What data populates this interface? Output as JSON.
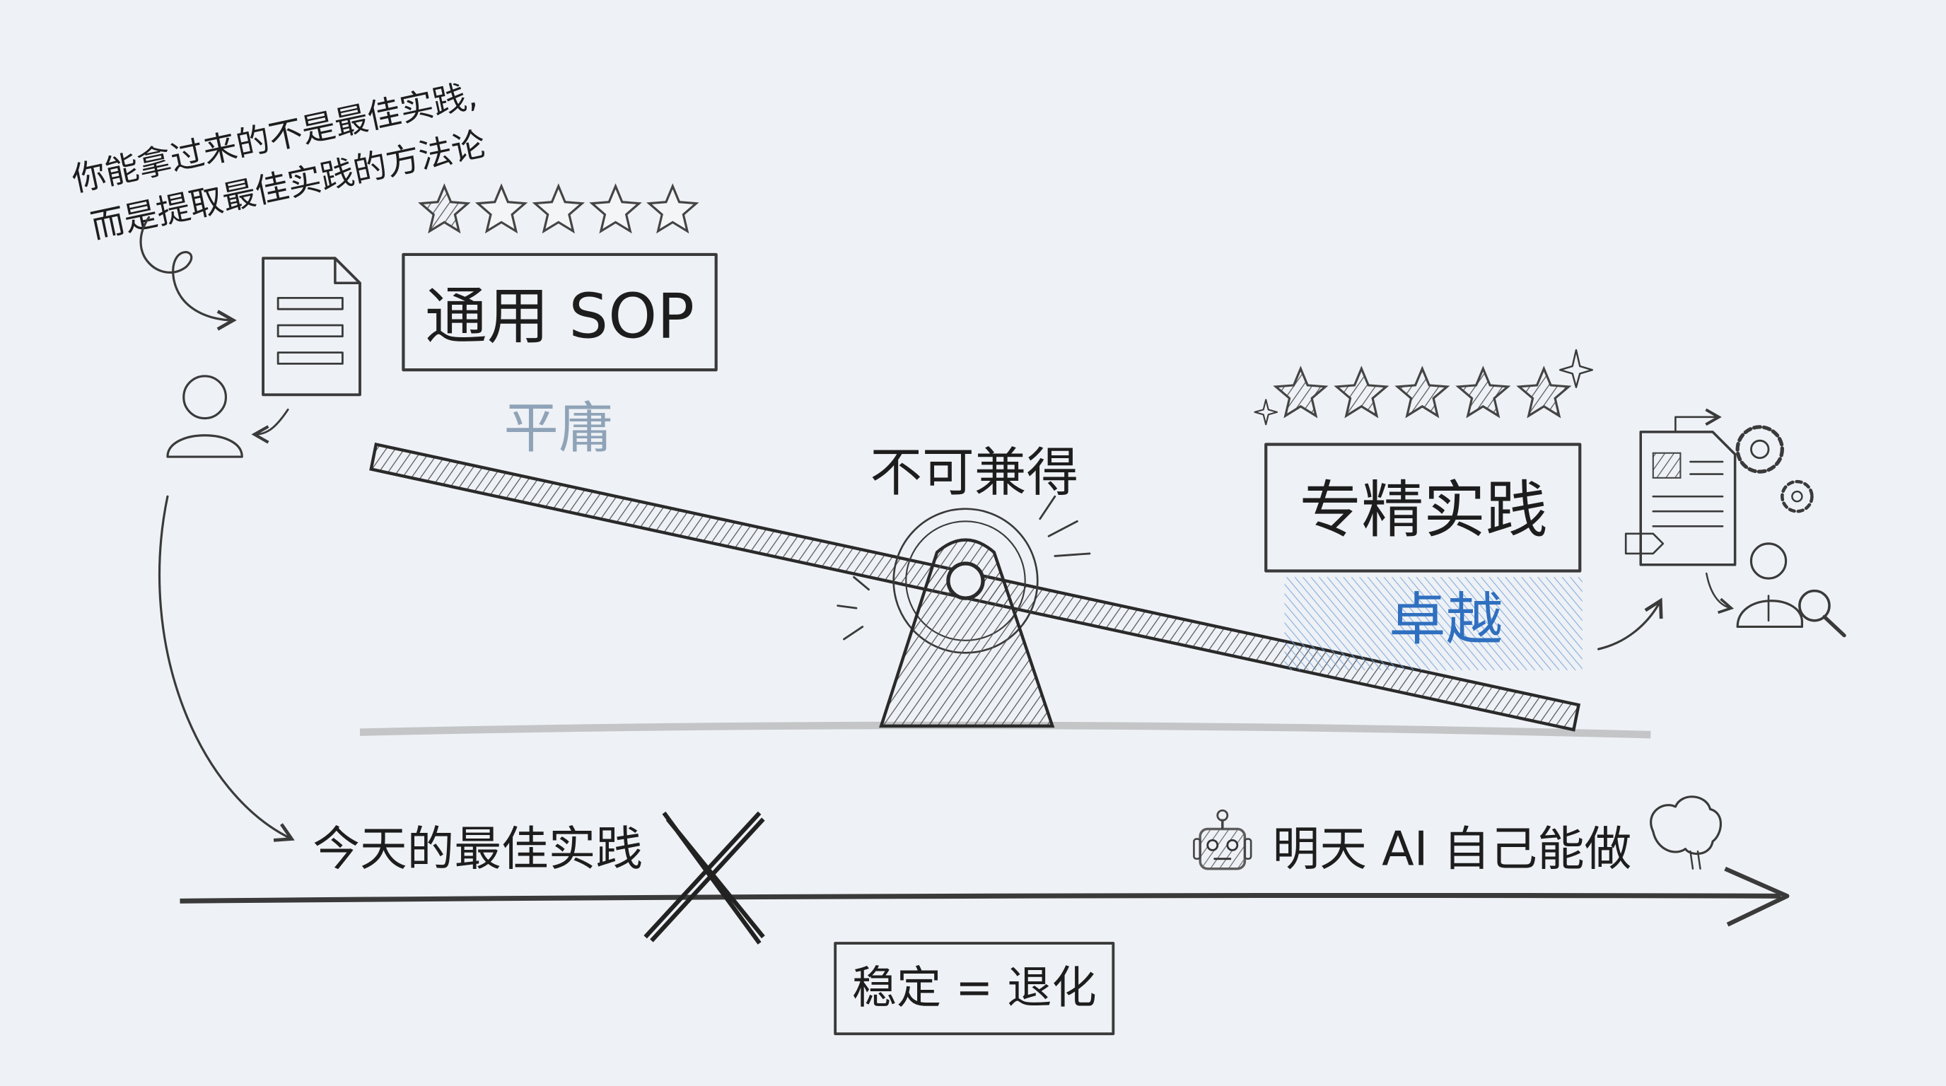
{
  "annotation": {
    "line1": "你能拿过来的不是最佳实践,",
    "line2": "而是提取最佳实践的方法论"
  },
  "left": {
    "box_label": "通用 SOP",
    "sub_label": "平庸",
    "rating": 1.5,
    "rating_max": 5
  },
  "center": {
    "label": "不可兼得"
  },
  "right": {
    "box_label": "专精实践",
    "sub_label": "卓越",
    "rating": 5,
    "rating_max": 5
  },
  "timeline": {
    "today": "今天的最佳实践",
    "tomorrow": "明天 AI 自己能做",
    "conclusion": "稳定 = 退化"
  },
  "colors": {
    "background": "#eef1f5",
    "pencil": "#3a3a3a",
    "mediocre": "#8fa3b8",
    "excellent": "#2f6fbf"
  }
}
